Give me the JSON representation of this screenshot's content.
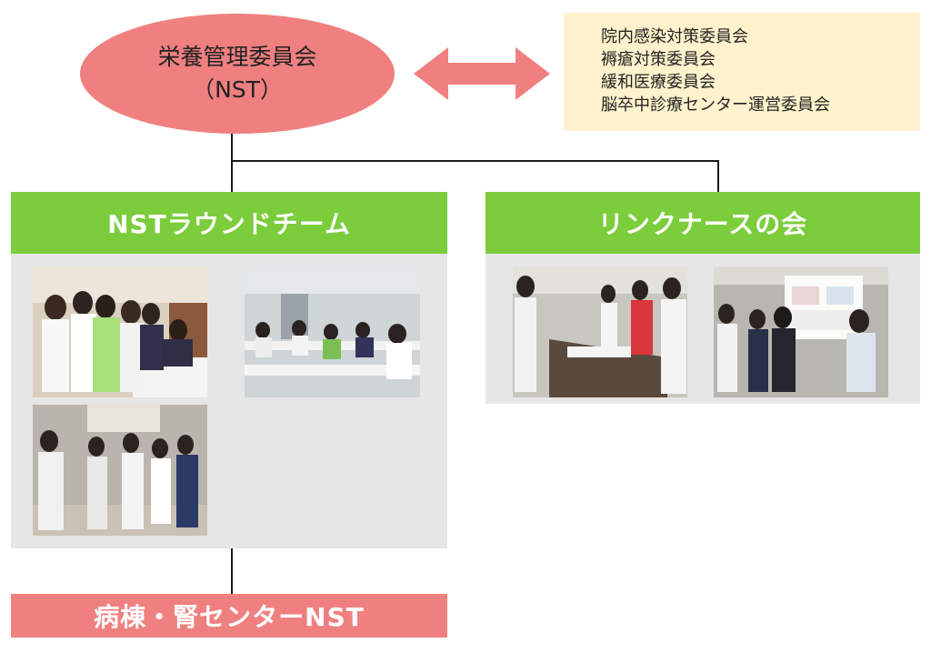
{
  "top_node": {
    "line1": "栄養管理委員会",
    "line2": "（NST）",
    "color": "#f08080"
  },
  "committees": {
    "items": [
      "院内感染対策委員会",
      "褥瘡対策委員会",
      "緩和医療委員会",
      "脳卒中診療センター運営委員会"
    ],
    "background": "#fff2cc"
  },
  "nst_round_team": {
    "title": "NSTラウンドチーム",
    "photos": [
      "ward-round-bedside-photo",
      "lecture-room-photo",
      "corridor-round-photo"
    ]
  },
  "link_nurse": {
    "title": "リンクナースの会",
    "photos": [
      "poster-session-photo",
      "poster-board-photo"
    ]
  },
  "bottom_node": {
    "title": "病棟・腎センターNST",
    "color": "#f08080"
  },
  "colors": {
    "green": "#7bcd3b",
    "panel": "#e7e6e6",
    "arrow": "#f08080"
  }
}
